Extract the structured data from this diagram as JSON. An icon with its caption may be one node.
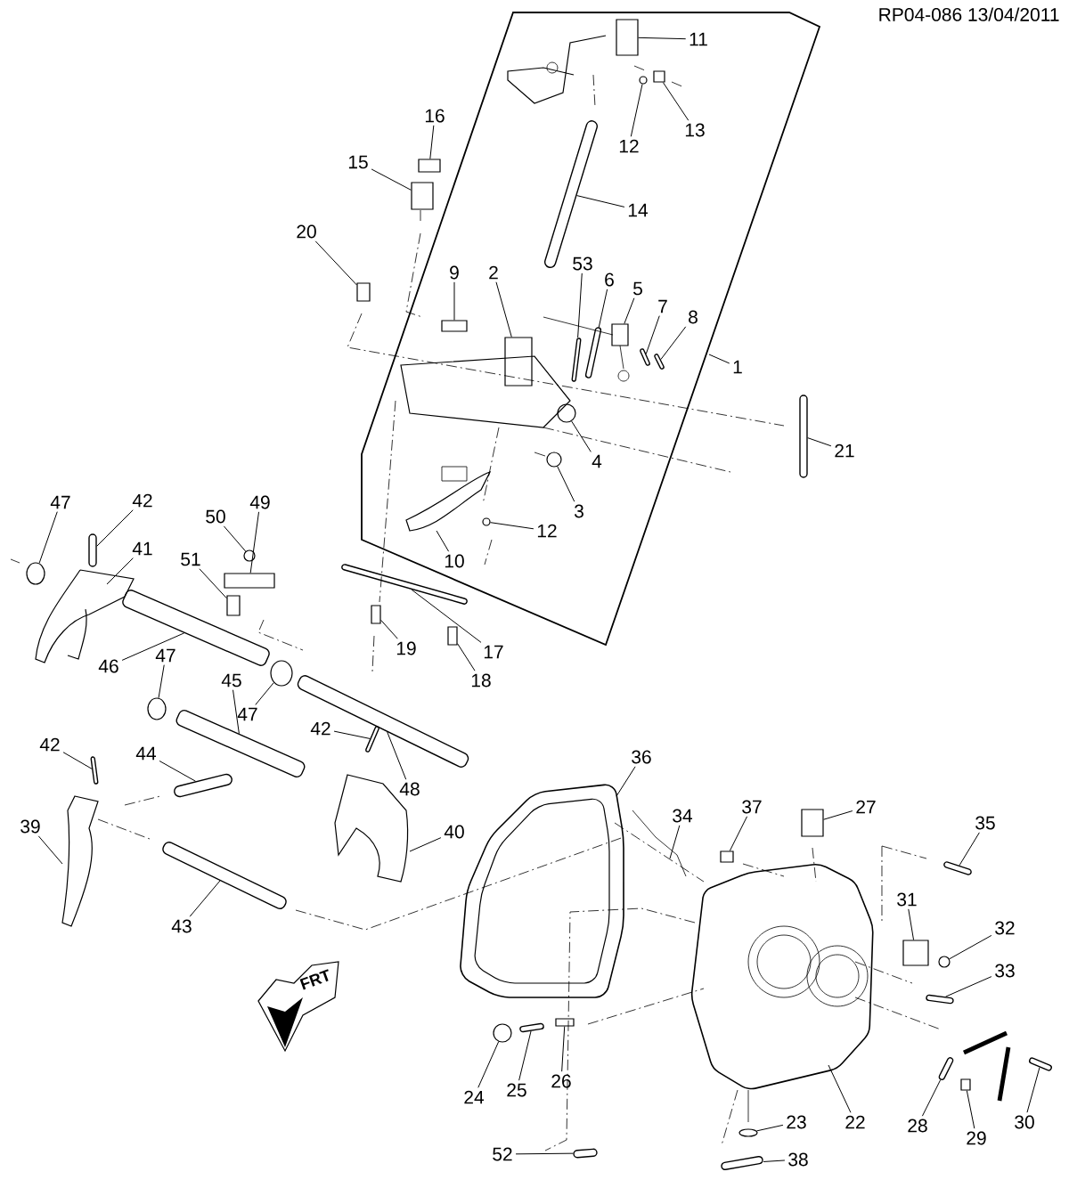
{
  "diagram": {
    "nodes": [
      {
        "text": [
          "11"
        ]
      },
      {
        "text": [
          "16"
        ]
      },
      {
        "text": [
          "13"
        ]
      },
      {
        "text": [
          "12"
        ]
      },
      {
        "text": [
          "15"
        ]
      },
      {
        "text": [
          "14"
        ]
      },
      {
        "text": [
          "20"
        ]
      },
      {
        "text": [
          "53"
        ]
      },
      {
        "text": [
          "9"
        ]
      },
      {
        "text": [
          "2"
        ]
      },
      {
        "text": [
          "6"
        ]
      },
      {
        "text": [
          "5"
        ]
      },
      {
        "text": [
          "7"
        ]
      },
      {
        "text": [
          "8"
        ]
      },
      {
        "text": [
          "1"
        ]
      },
      {
        "text": [
          "21"
        ]
      },
      {
        "text": [
          "4"
        ]
      },
      {
        "text": [
          "47"
        ]
      },
      {
        "text": [
          "42"
        ]
      },
      {
        "text": [
          "49"
        ]
      },
      {
        "text": [
          "3"
        ]
      },
      {
        "text": [
          "50"
        ]
      },
      {
        "text": [
          "12"
        ]
      },
      {
        "text": [
          "41"
        ]
      },
      {
        "text": [
          "51"
        ]
      },
      {
        "text": [
          "10"
        ]
      },
      {
        "text": [
          "19"
        ]
      },
      {
        "text": [
          "17"
        ]
      },
      {
        "text": [
          "47"
        ]
      },
      {
        "text": [
          "46"
        ]
      },
      {
        "text": [
          "45"
        ]
      },
      {
        "text": [
          "18"
        ]
      },
      {
        "text": [
          "47"
        ]
      },
      {
        "text": [
          "42"
        ]
      },
      {
        "text": [
          "42"
        ]
      },
      {
        "text": [
          "44"
        ]
      },
      {
        "text": [
          "36"
        ]
      },
      {
        "text": [
          "48"
        ]
      },
      {
        "text": [
          "37"
        ]
      },
      {
        "text": [
          "27"
        ]
      },
      {
        "text": [
          "34"
        ]
      },
      {
        "text": [
          "35"
        ]
      },
      {
        "text": [
          "39"
        ]
      },
      {
        "text": [
          "40"
        ]
      },
      {
        "text": [
          "31"
        ]
      },
      {
        "text": [
          "43"
        ]
      },
      {
        "text": [
          "32"
        ]
      },
      {
        "text": [
          "33"
        ]
      },
      {
        "text": [
          "26"
        ]
      },
      {
        "text": [
          "25"
        ]
      },
      {
        "text": [
          "24"
        ]
      },
      {
        "text": [
          "23"
        ]
      },
      {
        "text": [
          "22"
        ]
      },
      {
        "text": [
          "28"
        ]
      },
      {
        "text": [
          "30"
        ]
      },
      {
        "text": [
          "29"
        ]
      },
      {
        "text": [
          "52"
        ]
      },
      {
        "text": [
          "38"
        ]
      },
      {
        "text": [],
        "shape": "box"
      },
      {
        "text": [],
        "shape": "box"
      },
      {
        "text": [],
        "shape": "box"
      },
      {
        "text": [],
        "shape": "circle"
      },
      {
        "text": [],
        "shape": "box"
      },
      {
        "text": [],
        "shape": "bar"
      },
      {
        "text": [],
        "shape": "box"
      },
      {
        "text": [],
        "shape": "bar"
      },
      {
        "text": [],
        "shape": "box"
      },
      {
        "text": [],
        "shape": "box"
      },
      {
        "text": [],
        "shape": "bar"
      },
      {
        "text": [],
        "shape": "box"
      },
      {
        "text": [],
        "shape": "bar"
      },
      {
        "text": [],
        "shape": "bar"
      },
      {
        "text": [],
        "shape": "bar"
      },
      {
        "text": [],
        "shape": "circle"
      },
      {
        "text": [],
        "shape": "circle"
      },
      {
        "text": [],
        "shape": "bar"
      },
      {
        "text": [],
        "shape": "box"
      },
      {
        "text": [],
        "shape": "circle"
      },
      {
        "text": [],
        "shape": "circle"
      },
      {
        "text": [],
        "shape": "circle"
      },
      {
        "text": [],
        "shape": "box"
      },
      {
        "text": [],
        "shape": "box"
      },
      {
        "text": [],
        "shape": "bar"
      },
      {
        "text": [],
        "shape": "circle"
      },
      {
        "text": [],
        "shape": "bar"
      },
      {
        "text": [],
        "shape": "bar"
      },
      {
        "text": [],
        "shape": "box"
      },
      {
        "text": [],
        "shape": "circle"
      },
      {
        "text": [],
        "shape": "bar"
      },
      {
        "text": [],
        "shape": "bar"
      },
      {
        "text": [],
        "shape": "bar"
      },
      {
        "text": [],
        "shape": "bar"
      },
      {
        "text": [],
        "shape": "box"
      },
      {
        "text": [],
        "shape": "box"
      },
      {
        "text": [],
        "shape": "bar"
      },
      {
        "text": [],
        "shape": "box"
      },
      {
        "text": [],
        "shape": "bar"
      },
      {
        "text": [],
        "shape": "circle"
      },
      {
        "text": [],
        "shape": "bar"
      },
      {
        "text": [],
        "shape": "box"
      },
      {
        "text": [],
        "shape": "bar"
      },
      {
        "text": [],
        "shape": "circle"
      },
      {
        "text": [],
        "shape": "circle"
      },
      {
        "text": [],
        "shape": "bar"
      },
      {
        "text": [],
        "shape": "bar"
      },
      {
        "text": [],
        "shape": "box"
      },
      {
        "text": [],
        "shape": "bar"
      },
      {
        "text": [],
        "shape": "bar"
      }
    ],
    "edges": [
      {
        "from": 0,
        "to": 58,
        "arrow": "none"
      },
      {
        "from": 1,
        "to": 59,
        "arrow": "none"
      },
      {
        "from": 2,
        "to": 60,
        "arrow": "none"
      },
      {
        "from": 3,
        "to": 61,
        "arrow": "none"
      },
      {
        "from": 4,
        "to": 62,
        "arrow": "none"
      },
      {
        "from": 5,
        "to": 63,
        "arrow": "none"
      },
      {
        "from": 6,
        "to": 64,
        "arrow": "none"
      },
      {
        "from": 7,
        "to": 65,
        "arrow": "none"
      },
      {
        "from": 8,
        "to": 66,
        "arrow": "none"
      },
      {
        "from": 9,
        "to": 67,
        "arrow": "none"
      },
      {
        "from": 10,
        "to": 68,
        "arrow": "none"
      },
      {
        "from": 11,
        "to": 69,
        "arrow": "none"
      },
      {
        "from": 12,
        "to": 70,
        "arrow": "none"
      },
      {
        "from": 13,
        "to": 71,
        "arrow": "none"
      },
      {
        "from": 14,
        "to": null,
        "arrow": "none"
      },
      {
        "from": 15,
        "to": 72,
        "arrow": "none"
      },
      {
        "from": 16,
        "to": 73,
        "arrow": "none"
      },
      {
        "from": 17,
        "to": 74,
        "arrow": "none"
      },
      {
        "from": 18,
        "to": 75,
        "arrow": "none"
      },
      {
        "from": 19,
        "to": 76,
        "arrow": "none"
      },
      {
        "from": 20,
        "to": 77,
        "arrow": "none"
      },
      {
        "from": 21,
        "to": 78,
        "arrow": "none"
      },
      {
        "from": 22,
        "to": 79,
        "arrow": "none"
      },
      {
        "from": 23,
        "to": null,
        "arrow": "none"
      },
      {
        "from": 24,
        "to": 80,
        "arrow": "none"
      },
      {
        "from": 25,
        "to": null,
        "arrow": "none"
      },
      {
        "from": 26,
        "to": 81,
        "arrow": "none"
      },
      {
        "from": 27,
        "to": 82,
        "arrow": "none"
      },
      {
        "from": 28,
        "to": 83,
        "arrow": "none"
      },
      {
        "from": 29,
        "to": 84,
        "arrow": "none"
      },
      {
        "from": 30,
        "to": 85,
        "arrow": "none"
      },
      {
        "from": 31,
        "to": 86,
        "arrow": "none"
      },
      {
        "from": 32,
        "to": 87,
        "arrow": "none"
      },
      {
        "from": 33,
        "to": 88,
        "arrow": "none"
      },
      {
        "from": 34,
        "to": 89,
        "arrow": "none"
      },
      {
        "from": 35,
        "to": 90,
        "arrow": "none"
      },
      {
        "from": 36,
        "to": null,
        "arrow": "none"
      },
      {
        "from": 37,
        "to": 91,
        "arrow": "none"
      },
      {
        "from": 38,
        "to": 92,
        "arrow": "none"
      },
      {
        "from": 39,
        "to": 93,
        "arrow": "none"
      },
      {
        "from": 40,
        "to": null,
        "arrow": "none"
      },
      {
        "from": 41,
        "to": 94,
        "arrow": "none"
      },
      {
        "from": 42,
        "to": null,
        "arrow": "none"
      },
      {
        "from": 43,
        "to": null,
        "arrow": "none"
      },
      {
        "from": 44,
        "to": 95,
        "arrow": "none"
      },
      {
        "from": 45,
        "to": 96,
        "arrow": "none"
      },
      {
        "from": 46,
        "to": 97,
        "arrow": "none"
      },
      {
        "from": 47,
        "to": 98,
        "arrow": "none"
      },
      {
        "from": 48,
        "to": 99,
        "arrow": "none"
      },
      {
        "from": 49,
        "to": 100,
        "arrow": "none"
      },
      {
        "from": 50,
        "to": 101,
        "arrow": "none"
      },
      {
        "from": 51,
        "to": 102,
        "arrow": "none"
      },
      {
        "from": 52,
        "to": null,
        "arrow": "none"
      },
      {
        "from": 53,
        "to": 103,
        "arrow": "none"
      },
      {
        "from": 54,
        "to": 104,
        "arrow": "none"
      },
      {
        "from": 55,
        "to": 105,
        "arrow": "none"
      },
      {
        "from": 56,
        "to": 106,
        "arrow": "none"
      },
      {
        "from": 57,
        "to": 107,
        "arrow": "none"
      }
    ],
    "labels": [
      "RP04-086 13/04/2011",
      "FRT"
    ]
  }
}
